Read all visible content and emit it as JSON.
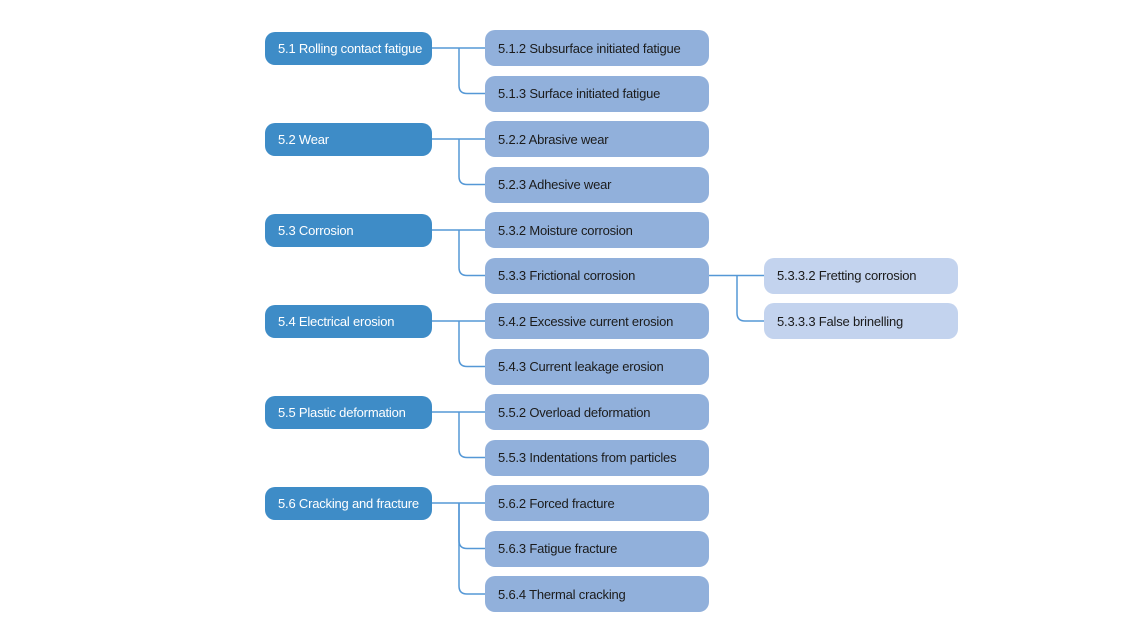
{
  "diagram": {
    "description": "Failure mode classification tree",
    "colors": {
      "background": "#FFFFFF",
      "level1_bg": "#3E8CC7",
      "level1_text": "#FFFFFF",
      "level2_bg": "#91B0DB",
      "level3_bg": "#C3D3EE",
      "dark_text": "#1B1B1B",
      "connector": "#5598D6"
    },
    "nodes": [
      {
        "id": "5.1",
        "label": "5.1 Rolling contact fatigue",
        "level": 1,
        "row": 0,
        "parent": null
      },
      {
        "id": "5.1.2",
        "label": "5.1.2 Subsurface initiated fatigue",
        "level": 2,
        "row": 0,
        "parent": "5.1"
      },
      {
        "id": "5.1.3",
        "label": "5.1.3 Surface initiated fatigue",
        "level": 2,
        "row": 1,
        "parent": "5.1"
      },
      {
        "id": "5.2",
        "label": "5.2 Wear",
        "level": 1,
        "row": 2,
        "parent": null
      },
      {
        "id": "5.2.2",
        "label": "5.2.2 Abrasive wear",
        "level": 2,
        "row": 2,
        "parent": "5.2"
      },
      {
        "id": "5.2.3",
        "label": "5.2.3 Adhesive wear",
        "level": 2,
        "row": 3,
        "parent": "5.2"
      },
      {
        "id": "5.3",
        "label": "5.3 Corrosion",
        "level": 1,
        "row": 4,
        "parent": null
      },
      {
        "id": "5.3.2",
        "label": "5.3.2 Moisture corrosion",
        "level": 2,
        "row": 4,
        "parent": "5.3"
      },
      {
        "id": "5.3.3",
        "label": "5.3.3 Frictional corrosion",
        "level": 2,
        "row": 5,
        "parent": "5.3"
      },
      {
        "id": "5.3.3.2",
        "label": "5.3.3.2 Fretting corrosion",
        "level": 3,
        "row": 5,
        "parent": "5.3.3"
      },
      {
        "id": "5.3.3.3",
        "label": "5.3.3.3 False brinelling",
        "level": 3,
        "row": 6,
        "parent": "5.3.3"
      },
      {
        "id": "5.4",
        "label": "5.4 Electrical erosion",
        "level": 1,
        "row": 6,
        "parent": null
      },
      {
        "id": "5.4.2",
        "label": "5.4.2 Excessive current erosion",
        "level": 2,
        "row": 6,
        "parent": "5.4"
      },
      {
        "id": "5.4.3",
        "label": "5.4.3 Current leakage erosion",
        "level": 2,
        "row": 7,
        "parent": "5.4"
      },
      {
        "id": "5.5",
        "label": "5.5 Plastic deformation",
        "level": 1,
        "row": 8,
        "parent": null
      },
      {
        "id": "5.5.2",
        "label": "5.5.2 Overload deformation",
        "level": 2,
        "row": 8,
        "parent": "5.5"
      },
      {
        "id": "5.5.3",
        "label": "5.5.3 Indentations from particles",
        "level": 2,
        "row": 9,
        "parent": "5.5"
      },
      {
        "id": "5.6",
        "label": "5.6 Cracking and fracture",
        "level": 1,
        "row": 10,
        "parent": null
      },
      {
        "id": "5.6.2",
        "label": "5.6.2 Forced fracture",
        "level": 2,
        "row": 10,
        "parent": "5.6"
      },
      {
        "id": "5.6.3",
        "label": "5.6.3 Fatigue fracture",
        "level": 2,
        "row": 11,
        "parent": "5.6"
      },
      {
        "id": "5.6.4",
        "label": "5.6.4 Thermal cracking",
        "level": 2,
        "row": 12,
        "parent": "5.6"
      }
    ]
  }
}
